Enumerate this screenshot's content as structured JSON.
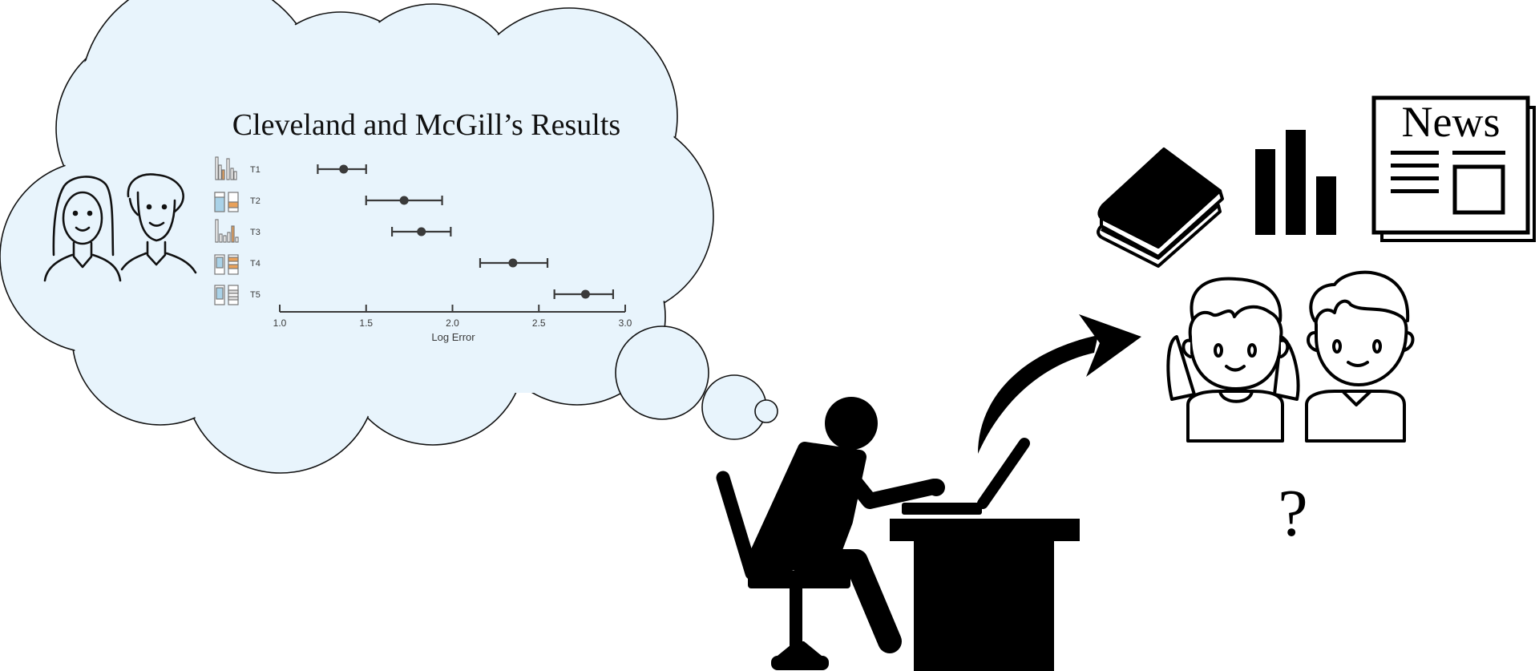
{
  "thought": {
    "title": "Cleveland and McGill’s Results"
  },
  "chart_data": {
    "type": "dot-with-error-bars",
    "xlabel": "Log Error",
    "xlim": [
      1.0,
      3.0
    ],
    "xticks": [
      "1.0",
      "1.5",
      "2.0",
      "2.5",
      "3.0"
    ],
    "tasks": [
      {
        "label": "T1",
        "mean": 1.37,
        "low": 1.22,
        "high": 1.5
      },
      {
        "label": "T2",
        "mean": 1.72,
        "low": 1.5,
        "high": 1.94
      },
      {
        "label": "T3",
        "mean": 1.82,
        "low": 1.65,
        "high": 1.99
      },
      {
        "label": "T4",
        "mean": 2.35,
        "low": 2.16,
        "high": 2.55
      },
      {
        "label": "T5",
        "mean": 2.77,
        "low": 2.59,
        "high": 2.93
      }
    ]
  },
  "newspaper": {
    "title": "News"
  },
  "question_mark": "?",
  "colors": {
    "cloud_fill": "#e8f4fc",
    "thumb_blue": "#a9d2e8",
    "thumb_orange": "#e9a15a",
    "ink": "#000000",
    "chart_ink": "#3a3a3a"
  }
}
